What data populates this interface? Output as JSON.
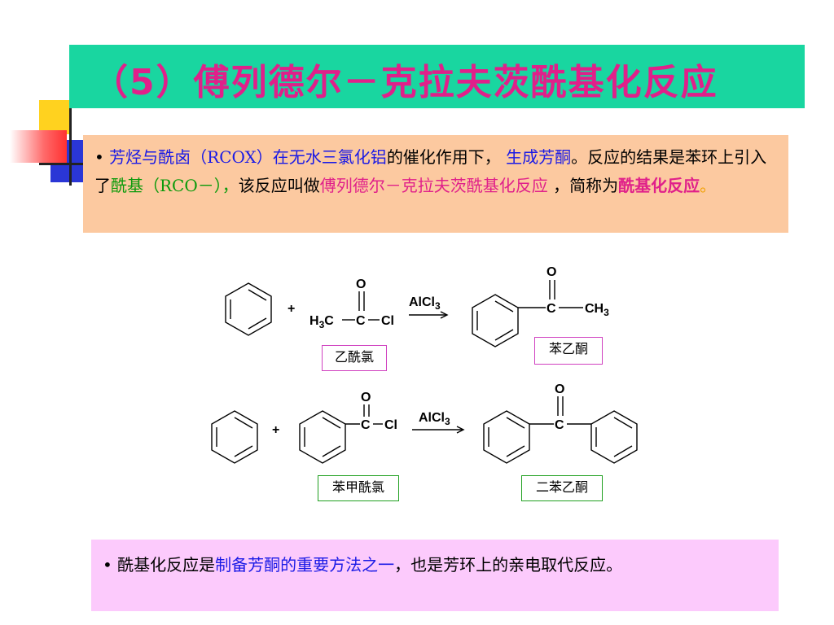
{
  "title": "（5）傅列德尔－克拉夫茨酰基化反应",
  "intro": {
    "bullet": "•",
    "p1": "芳烃与酰卤（RCOX）在无水三氯化铝",
    "p2": "的催化作用下，",
    "p3": "生成芳酮",
    "p4": "。反应的结果是苯环上引入了",
    "p5": "酰基（RCO－），",
    "p6": "该反应叫做",
    "p7": "傅列德尔－克拉夫茨酰基化反应",
    "p8": "，简称为",
    "p9": "酰基化反应",
    "p10": "。"
  },
  "reaction1": {
    "reagent_label": "乙酰氯",
    "product_label": "苯乙酮",
    "plus": "+",
    "catalyst": "AlCl",
    "catalyst_sub": "3",
    "o1": "O",
    "o2": "O",
    "h3c_h": "H",
    "h3c_sub": "3",
    "h3c_c": "C",
    "c1": "C",
    "cl1": "Cl",
    "c2": "C",
    "ch3": "CH",
    "ch3_sub": "3"
  },
  "reaction2": {
    "reagent_label": "苯甲酰氯",
    "product_label": "二苯乙酮",
    "plus": "+",
    "catalyst": "AlCl",
    "catalyst_sub": "3",
    "o1": "O",
    "o2": "O",
    "c1": "C",
    "cl1": "Cl",
    "c2": "C"
  },
  "summary": {
    "bullet": "•",
    "p1": "酰基化反应是",
    "p2": "制备芳酮的重要方法之一",
    "p3": "，也是芳环上的亲电取代反应。"
  },
  "colors": {
    "title_bar": "#19d6a0",
    "title_text": "#e0208a",
    "intro_bg": "#fcc9a0",
    "summary_bg": "#fccafc",
    "blue": "#1a1ae6",
    "green": "#0a9a0a"
  }
}
